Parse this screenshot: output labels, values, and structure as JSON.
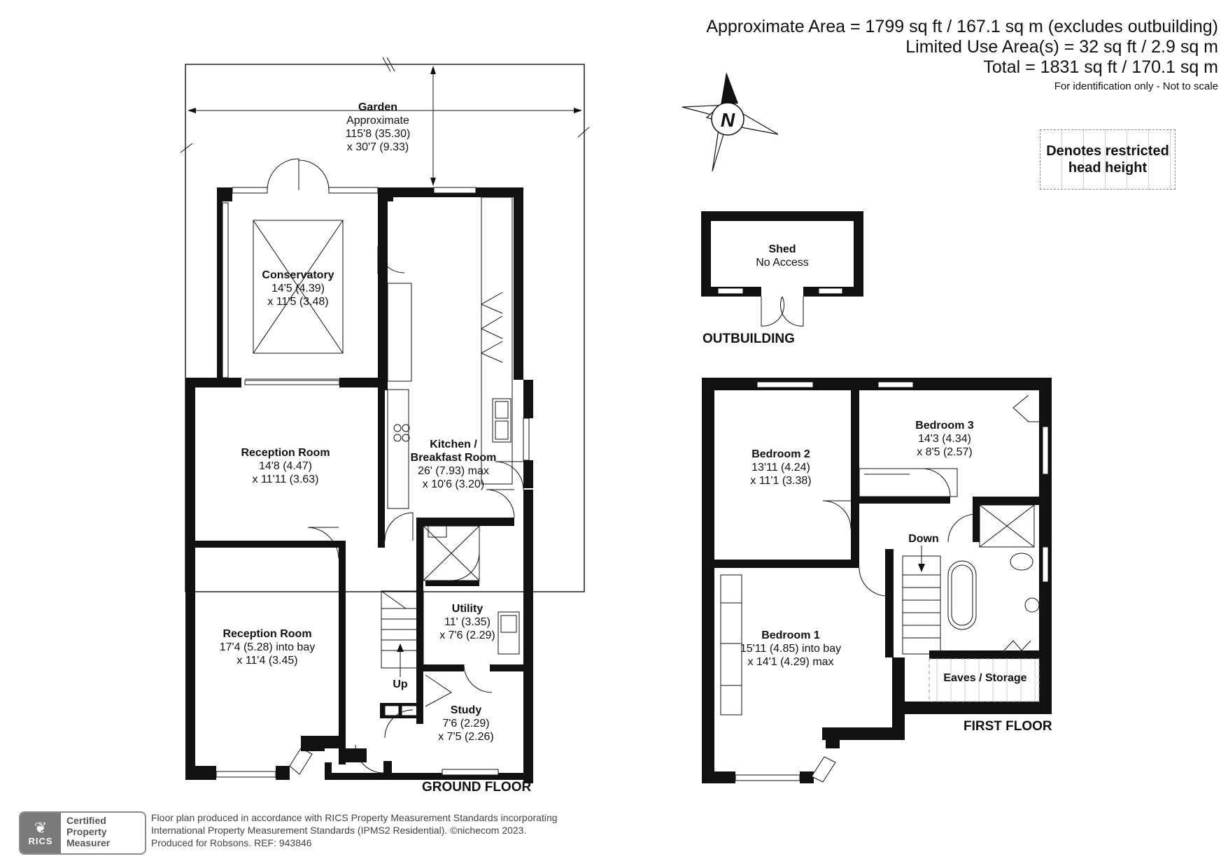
{
  "header": {
    "area_line1": "Approximate Area = 1799 sq ft / 167.1 sq m (excludes outbuilding)",
    "area_line2": "Limited Use Area(s) = 32 sq ft / 2.9 sq m",
    "area_line3": "Total = 1831 sq ft / 170.1 sq m",
    "disclaimer": "For identification only - Not to scale"
  },
  "compass": {
    "label": "N",
    "icon": "north-compass-icon"
  },
  "legend": {
    "line1": "Denotes restricted",
    "line2": "head height"
  },
  "ground_floor": {
    "label": "GROUND FLOOR",
    "garden": {
      "name": "Garden",
      "note": "Approximate",
      "dim1": "115'8 (35.30)",
      "dim2": "x  30'7 (9.33)"
    },
    "conservatory": {
      "name": "Conservatory",
      "dim1": "14'5 (4.39)",
      "dim2": "x 11'5 (3.48)"
    },
    "kitchen": {
      "name1": "Kitchen /",
      "name2": "Breakfast Room",
      "dim1": "26' (7.93) max",
      "dim2": "x 10'6 (3.20)"
    },
    "reception_rear": {
      "name": "Reception Room",
      "dim1": "14'8 (4.47)",
      "dim2": "x 11'11 (3.63)"
    },
    "reception_front": {
      "name": "Reception Room",
      "dim1": "17'4 (5.28) into bay",
      "dim2": "x 11'4 (3.45)"
    },
    "utility": {
      "name": "Utility",
      "dim1": "11' (3.35)",
      "dim2": "x 7'6 (2.29)"
    },
    "study": {
      "name": "Study",
      "dim1": "7'6 (2.29)",
      "dim2": "x 7'5 (2.26)"
    },
    "stairs_label": "Up"
  },
  "outbuilding": {
    "label": "OUTBUILDING",
    "shed": {
      "name": "Shed",
      "note": "No Access"
    }
  },
  "first_floor": {
    "label": "FIRST FLOOR",
    "bedroom1": {
      "name": "Bedroom 1",
      "dim1": "15'11 (4.85) into bay",
      "dim2": "x 14'1 (4.29) max"
    },
    "bedroom2": {
      "name": "Bedroom 2",
      "dim1": "13'11 (4.24)",
      "dim2": "x 11'1 (3.38)"
    },
    "bedroom3": {
      "name": "Bedroom 3",
      "dim1": "14'3 (4.34)",
      "dim2": "x 8'5 (2.57)"
    },
    "eaves": {
      "name": "Eaves / Storage"
    },
    "stairs_label": "Down"
  },
  "footer": {
    "line1": "Floor plan produced in accordance with RICS Property Measurement Standards incorporating",
    "line2": "International Property Measurement Standards (IPMS2 Residential).   ©nichecom 2023.",
    "line3": "Produced for Robsons.   REF:  943846"
  },
  "badge": {
    "org": "RICS",
    "line1": "Certified",
    "line2": "Property",
    "line3": "Measurer"
  }
}
